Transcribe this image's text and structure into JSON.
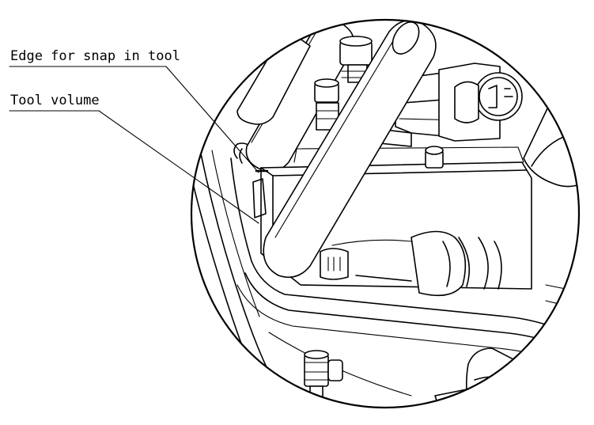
{
  "callouts": [
    {
      "id": "edge-for-snap-in-tool",
      "label": "Edge for snap in tool"
    },
    {
      "id": "tool-volume",
      "label": "Tool volume"
    }
  ],
  "colors": {
    "line": "#000000",
    "background": "#ffffff"
  }
}
